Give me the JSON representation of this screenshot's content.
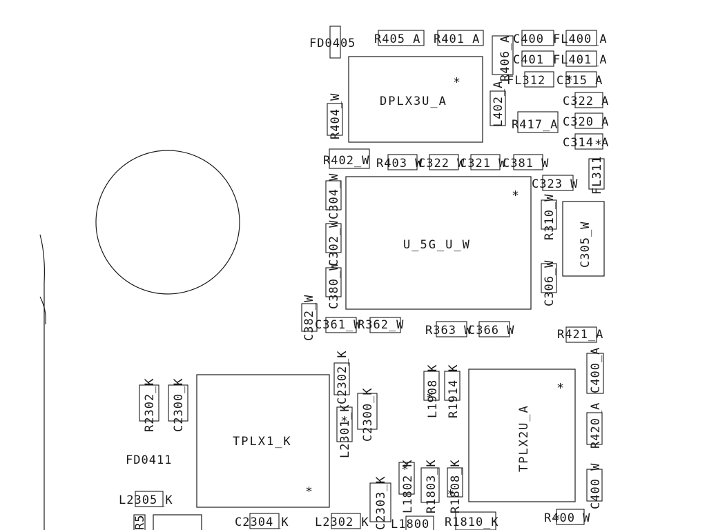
{
  "labels": {
    "fd0405": "FD0405",
    "r405": "R405_A",
    "r401": "R401_A",
    "c400": "C400",
    "fl400": "FL400_A",
    "c401": "C401",
    "fl401": "FL401_A",
    "r406": "R406_A",
    "fl312": "FL312",
    "c315": "C315_A",
    "dplx3u": "DPLX3U_A",
    "r404": "R404_W",
    "l402": "L402_A",
    "c322a": "C322_A",
    "r417": "R417_A",
    "c320": "C320_A",
    "c314": "C314_A",
    "r402": "R402_W",
    "r403": "R403_W",
    "c322w": "C322_W",
    "c321": "C321_W",
    "c381": "C381_W",
    "c323": "C323_W",
    "fl311": "FL311",
    "c304": "C304_W",
    "c302w": "C302_W",
    "u5g": "U_5G_U_W",
    "r310": "R310_W",
    "c305": "C305_W",
    "c380": "C380_W",
    "c306": "C306_W",
    "c382": "C382_W",
    "c361": "C361_W",
    "r362": "R362_W",
    "r363": "R363_W",
    "c366": "C366_W",
    "r421": "R421_A",
    "c2302": "C2302_K",
    "l1908": "L1908_K",
    "r1914": "R1914_K",
    "c400a": "C400_A",
    "r2302": "R2302_K",
    "c2300": "C2300_K",
    "tplx1": "TPLX1_K",
    "c2300b": "C2300_K",
    "l2301": "L2301_K",
    "tplx2u": "TPLX2U_A",
    "r420": "R420_A",
    "fd0411": "FD0411",
    "l1802": "L1802_K",
    "r1803": "R1803_K",
    "r1808": "R1808_K",
    "c400w": "C400_W",
    "l2305": "L2305_K",
    "c2303": "C2303_K",
    "c2304": "C2304_K",
    "l2302": "L2302_K",
    "l1800": "L1800",
    "r1810": "R1810_K",
    "r400": "R400_W",
    "r5": "R5"
  }
}
